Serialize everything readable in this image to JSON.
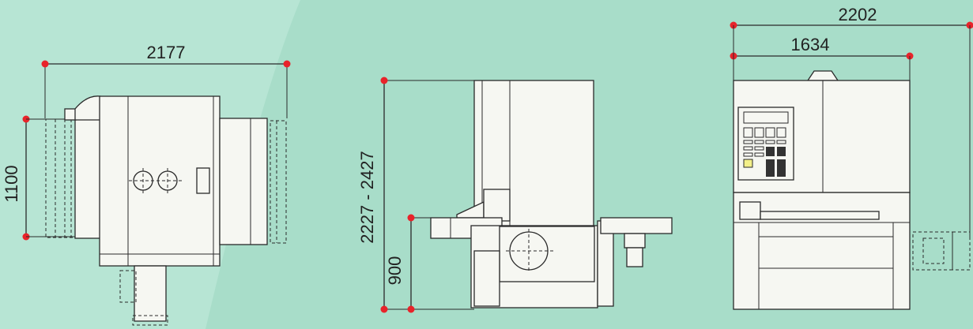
{
  "colors": {
    "background": "#a8ddc9",
    "machine_fill": "#f6f7f2",
    "line": "#2a2a2a",
    "dimension_dot": "#e8232a",
    "panel_yellow": "#f3f08a"
  },
  "views": {
    "top": {
      "width_dim": "2177",
      "height_dim": "1100"
    },
    "side": {
      "height_range_dim": "2227 - 2427",
      "table_height_dim": "900"
    },
    "front": {
      "overall_width_dim": "2202",
      "body_width_dim": "1634"
    }
  }
}
